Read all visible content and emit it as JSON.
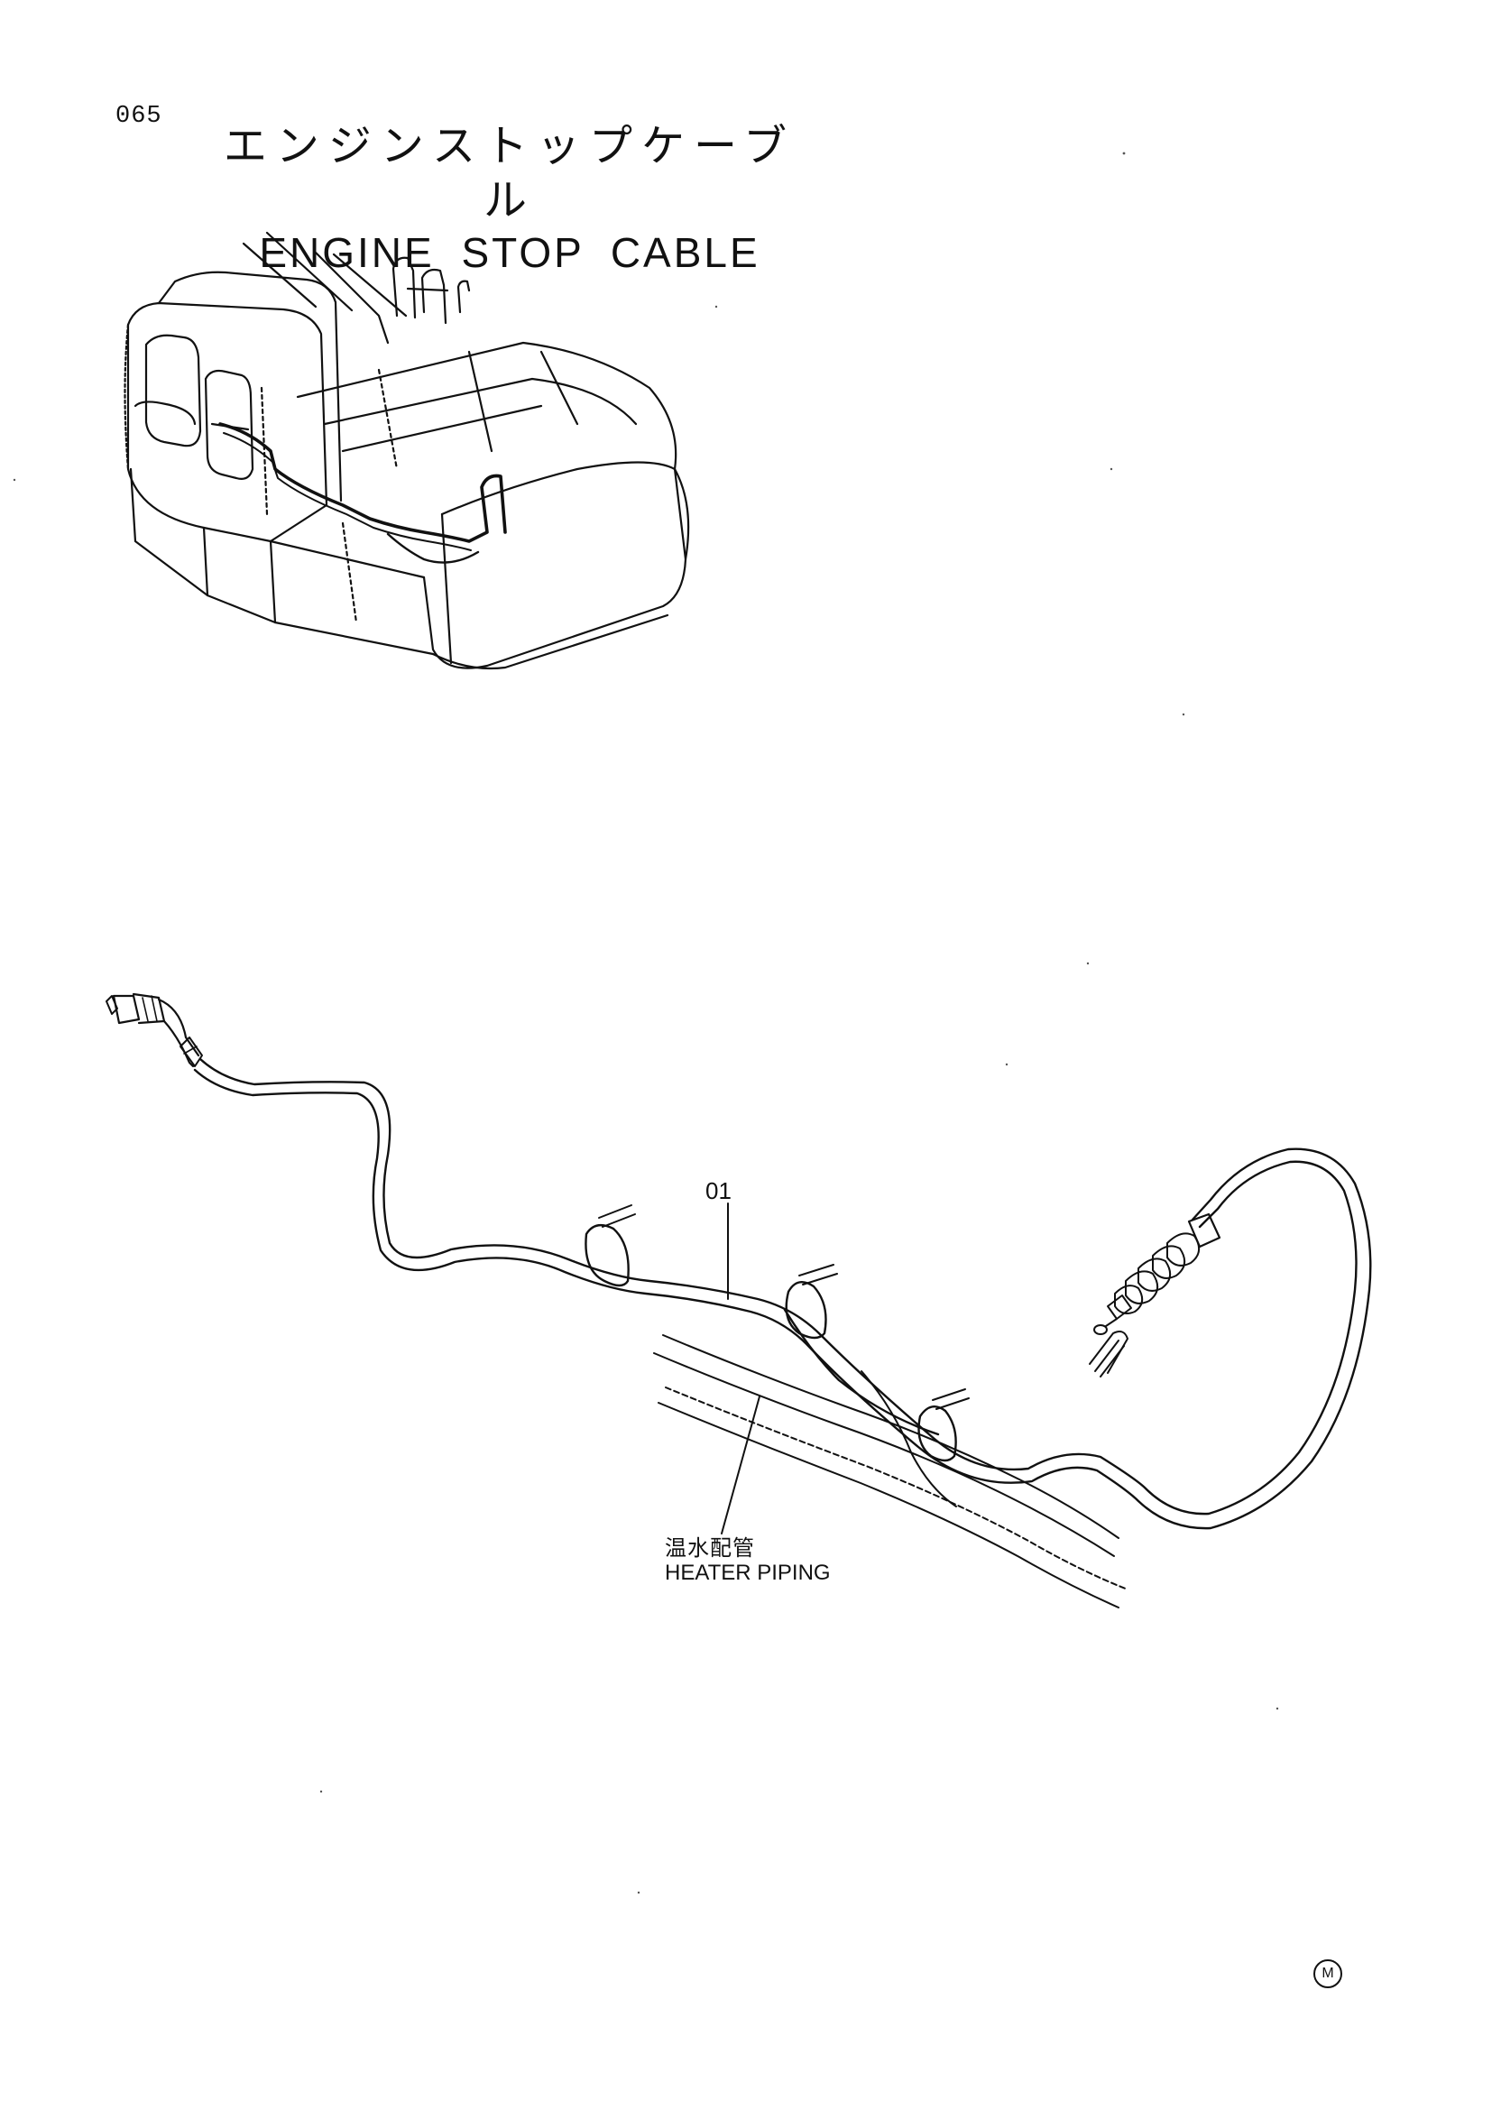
{
  "page": {
    "number": "065"
  },
  "title": {
    "japanese": "エンジンストップケーブル",
    "english": "ENGINE STOP CABLE"
  },
  "callouts": {
    "part_01": "01",
    "heater_japanese": "温水配管",
    "heater_english": "HEATER PIPING"
  },
  "footer": {
    "mark": "M"
  },
  "colors": {
    "ink": "#111111",
    "paper": "#ffffff"
  }
}
